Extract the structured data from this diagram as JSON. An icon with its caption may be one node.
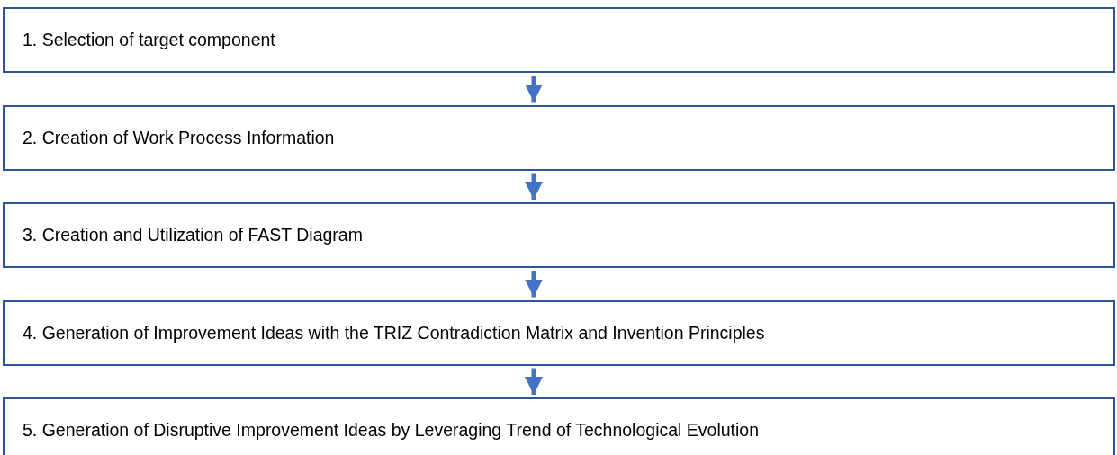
{
  "diagram": {
    "nodes": [
      {
        "text": [
          "1. Selection of target component"
        ]
      },
      {
        "text": [
          "2. Creation of Work Process Information"
        ]
      },
      {
        "text": [
          "3. Creation and Utilization of FAST Diagram"
        ]
      },
      {
        "text": [
          "4. Generation of Improvement Ideas with the TRIZ Contradiction Matrix and Invention Principles"
        ]
      },
      {
        "text": [
          "5. Generation of Disruptive Improvement Ideas by Leveraging Trend of Technological Evolution"
        ]
      }
    ],
    "edges": [
      {
        "from": 0,
        "to": 1,
        "arrow": "to"
      },
      {
        "from": 1,
        "to": 2,
        "arrow": "to"
      },
      {
        "from": 2,
        "to": 3,
        "arrow": "to"
      },
      {
        "from": 3,
        "to": 4,
        "arrow": "to"
      }
    ]
  }
}
